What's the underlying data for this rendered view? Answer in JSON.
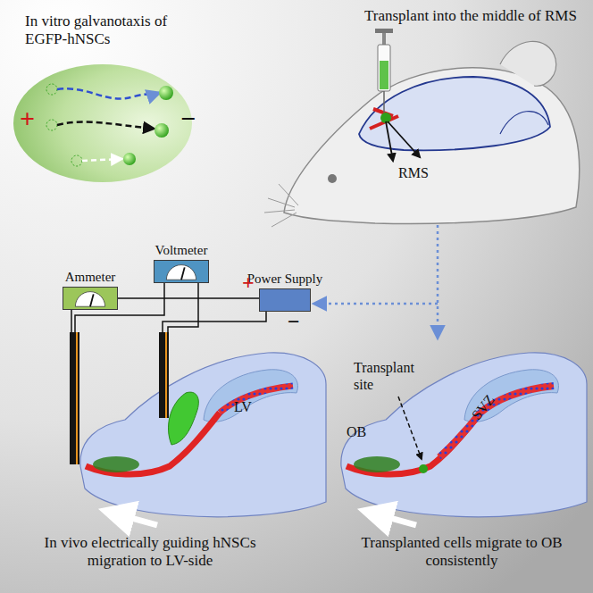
{
  "diagram": {
    "nodes": [
      {
        "text": [
          "Ammeter"
        ]
      },
      {
        "text": [
          "Voltmeter"
        ]
      },
      {
        "text": [
          "Power Supply"
        ]
      }
    ],
    "edges": [
      {
        "from": 0,
        "to": 2,
        "arrow": "none"
      }
    ],
    "labels": [
      "In vitro galvanotaxis of EGFP-hNSCs",
      "+",
      "−",
      "Transplant into the middle of RMS",
      "RMS",
      "+",
      "−",
      "LV",
      "In vivo electrically guiding hNSCs migration to LV-side",
      "Transplant site",
      "OB",
      "SVZ",
      "Transplanted cells migrate to OB consistently"
    ]
  }
}
